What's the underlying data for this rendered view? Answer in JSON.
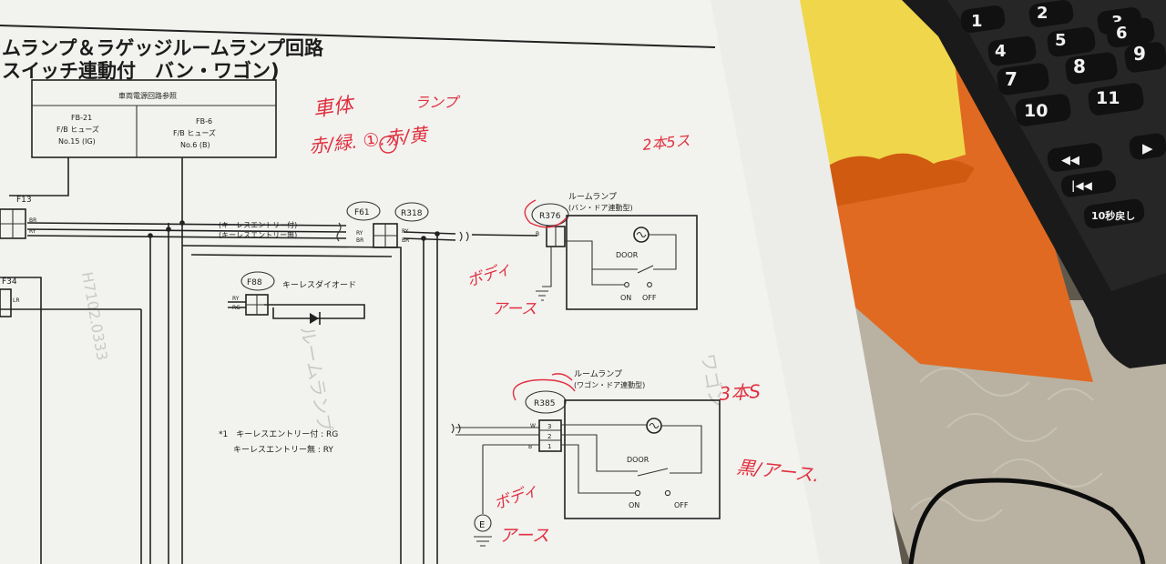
{
  "header": {
    "title_line1": "ムランプ＆ラゲッジルームランプ回路",
    "title_line2": "スイッチ連動付　バン・ワゴン)"
  },
  "fuse_box": {
    "title": "車両電源回路参照",
    "left_code": "FB-21",
    "left_name": "F/B ヒューズ",
    "left_no": "No.15 (IG)",
    "right_code": "FB-6",
    "right_name": "F/B ヒューズ",
    "right_no": "No.6 (B)"
  },
  "connectors": {
    "f13": "F13",
    "f34": "F34",
    "f61": "F61",
    "r318": "R318",
    "f88": "F88",
    "r376": "R376",
    "r385": "R385"
  },
  "wires": {
    "keyless_yes": "(キーレスエントリー付)",
    "keyless_no": "(キーレスエントリー無)",
    "diode": "キーレスダイオード",
    "ry": "RY",
    "rg": "RG",
    "br": "BR",
    "b": "B",
    "w": "W",
    "lr": "LR"
  },
  "lamp_van": {
    "title": "ルームランプ",
    "subtitle": "(バン・ドア連動型)",
    "door": "DOOR",
    "on": "ON",
    "off": "OFF"
  },
  "lamp_wagon": {
    "title": "ルームランプ",
    "subtitle": "(ワゴン・ドア連動型)",
    "door": "DOOR",
    "on": "ON",
    "off": "OFF",
    "pin3": "3",
    "pin2": "2",
    "pin1": "1"
  },
  "legend": {
    "line1": "*1　キーレスエントリー付 : RG",
    "line2": "キーレスエントリー無 : RY"
  },
  "annotations": {
    "shatai": "車体",
    "lamp": "ランプ",
    "colors": "赤/緑. ①.赤/黄",
    "two_pole": "2本5ス",
    "body_earth": "ボディ",
    "earth": "アース",
    "three_pole": "3本S",
    "black_earth": "黒/アース.",
    "body2": "ボディ",
    "earth2": "アース"
  },
  "remote": {
    "keys": [
      "1",
      "2",
      "3",
      "4",
      "5",
      "6",
      "7",
      "8",
      "9",
      "10",
      "11",
      "◀◀",
      "▶",
      "|◀◀",
      "10秒戻し"
    ]
  }
}
